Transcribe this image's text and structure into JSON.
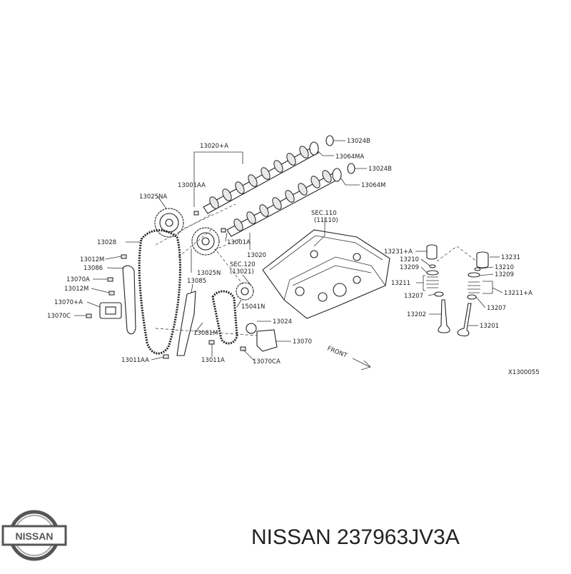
{
  "diagram": {
    "labels": {
      "l13020A": "13020+A",
      "l13024B_top": "13024B",
      "l13064MA": "13064MA",
      "l13024B_mid": "13024B",
      "l13064M": "13064M",
      "l13001AA": "13001AA",
      "l13025NA": "13025NA",
      "l13001A": "13001A",
      "l13020": "13020",
      "l13028": "13028",
      "l13025N": "13025N",
      "l13012M_a": "13012M",
      "l13086": "13086",
      "l13070A": "13070A",
      "l13012M_b": "13012M",
      "l13070pA": "13070+A",
      "l13070C": "13070C",
      "l13085": "13085",
      "lSEC110": "SEC.110",
      "lSEC110b": "(11110)",
      "lSEC120": "SEC.120",
      "lSEC120b": "(13021)",
      "l15041N": "15041N",
      "l13024": "13024",
      "l13081M": "13081M",
      "l13070": "13070",
      "l13011AA": "13011AA",
      "l13011A": "13011A",
      "l13070CA": "13070CA",
      "l13231A": "13231+A",
      "l13210_l": "13210",
      "l13209_l": "13209",
      "l13211": "13211",
      "l13207_l": "13207",
      "l13202": "13202",
      "l13231": "13231",
      "l13210_r": "13210",
      "l13209_r": "13209",
      "l13211A": "13211+A",
      "l13207_r": "13207",
      "l13201": "13201",
      "lFront": "FRONT",
      "lRef": "X1300055"
    }
  },
  "brand": {
    "logo_text": "NISSAN",
    "part_number": "NISSAN 237963JV3A"
  }
}
